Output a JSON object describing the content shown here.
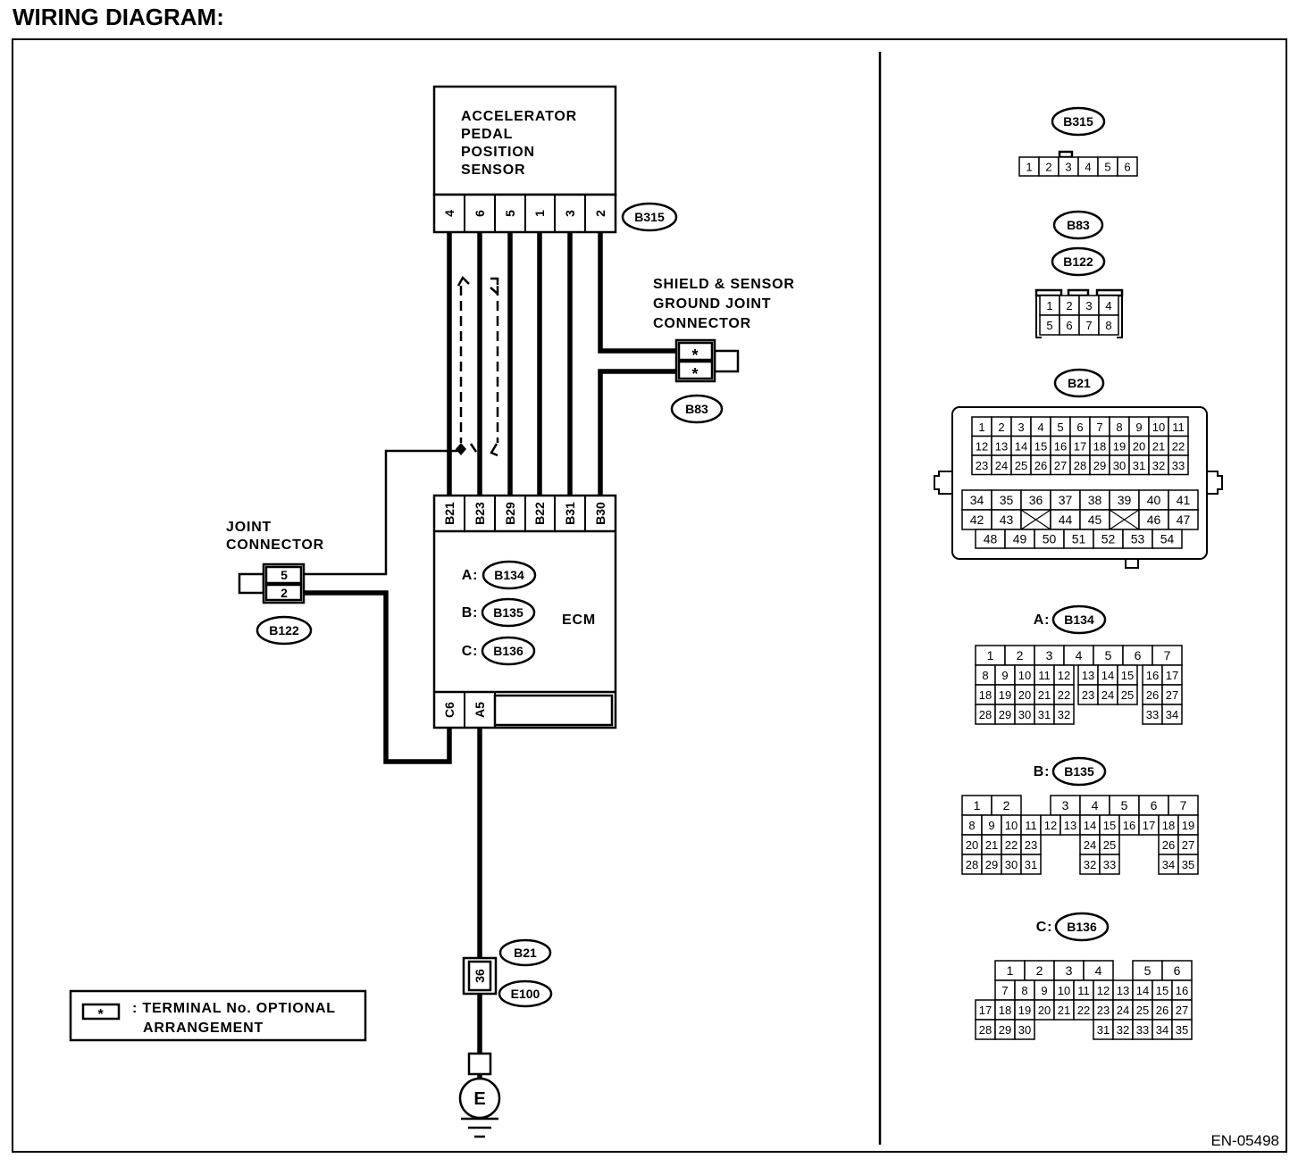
{
  "title": "WIRING DIAGRAM:",
  "figure_code": "EN-05498",
  "sensor": {
    "name_lines": [
      "ACCELERATOR",
      "PEDAL",
      "POSITION",
      "SENSOR"
    ],
    "connector": "B315",
    "pins": [
      "4",
      "6",
      "5",
      "1",
      "3",
      "2"
    ]
  },
  "shield_ground_connector": {
    "label_lines": [
      "SHIELD & SENSOR",
      "GROUND JOINT",
      "CONNECTOR"
    ],
    "connector": "B83",
    "terminals": [
      "*",
      "*"
    ]
  },
  "joint_connector": {
    "label_lines": [
      "JOINT",
      "CONNECTOR"
    ],
    "connector": "B122",
    "pins": [
      "5",
      "2"
    ]
  },
  "ecm": {
    "name": "ECM",
    "connectors": [
      {
        "prefix": "A:",
        "id": "B134"
      },
      {
        "prefix": "B:",
        "id": "B135"
      },
      {
        "prefix": "C:",
        "id": "B136"
      }
    ],
    "top_pins": [
      "B21",
      "B23",
      "B29",
      "B22",
      "B31",
      "B30"
    ],
    "bottom_pins": [
      "C6",
      "A5"
    ]
  },
  "ground_path": {
    "pin": "36",
    "connectors": [
      "B21",
      "E100"
    ],
    "ground_symbol": "E"
  },
  "legend": {
    "symbol": "*",
    "lines": [
      ": TERMINAL No. OPTIONAL",
      "ARRANGEMENT"
    ]
  },
  "connector_views": [
    {
      "labels": [
        {
          "id": "B315"
        }
      ],
      "rows": [
        [
          [
            "1",
            "2",
            "3",
            "4",
            "5",
            "6"
          ]
        ]
      ]
    },
    {
      "labels": [
        {
          "id": "B83"
        },
        {
          "id": "B122"
        }
      ],
      "rows": [
        [
          [
            "1",
            "2",
            "3",
            "4"
          ]
        ],
        [
          [
            "5",
            "6",
            "7",
            "8"
          ]
        ]
      ]
    },
    {
      "labels": [
        {
          "id": "B21"
        }
      ],
      "rows": [
        [
          [
            "1",
            "2",
            "3",
            "4",
            "5",
            "6",
            "7",
            "8",
            "9",
            "10",
            "11"
          ]
        ],
        [
          [
            "12",
            "13",
            "14",
            "15",
            "16",
            "17",
            "18",
            "19",
            "20",
            "21",
            "22"
          ]
        ],
        [
          [
            "23",
            "24",
            "25",
            "26",
            "27",
            "28",
            "29",
            "30",
            "31",
            "32",
            "33"
          ]
        ],
        [
          [
            "34",
            "35",
            "36",
            "37",
            "38",
            "39",
            "40",
            "41"
          ]
        ],
        [
          [
            "42",
            "43",
            null,
            "44",
            "45",
            null,
            "46",
            "47"
          ]
        ],
        [
          [
            "48",
            "49",
            "50",
            "51",
            "52",
            "53",
            "54"
          ]
        ]
      ]
    },
    {
      "labels": [
        {
          "prefix": "A:",
          "id": "B134"
        }
      ],
      "rows": [
        [
          [
            "1",
            "2",
            "3",
            "4",
            "5",
            "6",
            "7"
          ]
        ],
        [
          [
            "8",
            "9",
            "10",
            "11",
            "12"
          ],
          [
            "13",
            "14",
            "15"
          ],
          [
            "16",
            "17"
          ]
        ],
        [
          [
            "18",
            "19",
            "20",
            "21",
            "22"
          ],
          [
            "23",
            "24",
            "25"
          ],
          [
            "26",
            "27"
          ]
        ],
        [
          [
            "28",
            "29",
            "30",
            "31",
            "32"
          ],
          [
            "33",
            "34"
          ]
        ]
      ]
    },
    {
      "labels": [
        {
          "prefix": "B:",
          "id": "B135"
        }
      ],
      "rows": [
        [
          [
            "1",
            "2"
          ],
          [
            "3",
            "4",
            "5",
            "6",
            "7"
          ]
        ],
        [
          [
            "8",
            "9",
            "10",
            "11",
            "12",
            "13",
            "14",
            "15",
            "16",
            "17",
            "18",
            "19"
          ]
        ],
        [
          [
            "20",
            "21",
            "22",
            "23"
          ],
          [
            "24",
            "25"
          ],
          [
            "26",
            "27"
          ]
        ],
        [
          [
            "28",
            "29",
            "30",
            "31"
          ],
          [
            "32",
            "33"
          ],
          [
            "34",
            "35"
          ]
        ]
      ]
    },
    {
      "labels": [
        {
          "prefix": "C:",
          "id": "B136"
        }
      ],
      "rows": [
        [
          [
            "1",
            "2",
            "3",
            "4"
          ],
          [
            "5",
            "6"
          ]
        ],
        [
          [
            "7",
            "8",
            "9",
            "10",
            "11",
            "12",
            "13",
            "14",
            "15",
            "16"
          ]
        ],
        [
          [
            "17",
            "18",
            "19",
            "20",
            "21",
            "22",
            "23",
            "24",
            "25",
            "26",
            "27"
          ]
        ],
        [
          [
            "28",
            "29",
            "30"
          ],
          [
            "31",
            "32",
            "33",
            "34",
            "35"
          ]
        ]
      ]
    }
  ]
}
